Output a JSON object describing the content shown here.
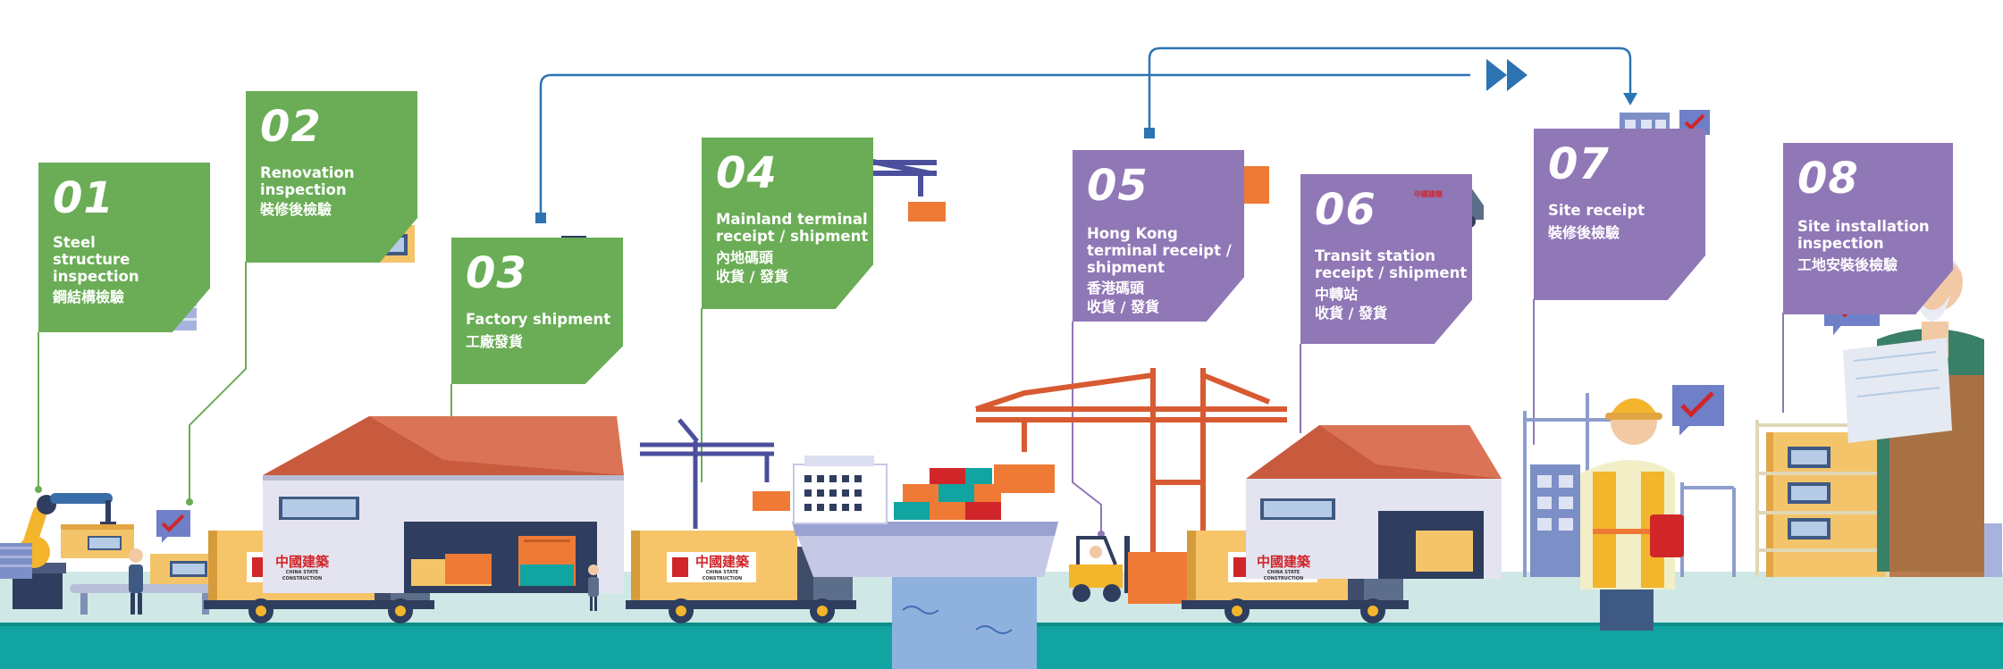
{
  "colors": {
    "green_card": "#6aad56",
    "purple_card": "#9077b6",
    "flow_line": "#2c73b4",
    "ground": "#cfe8e6",
    "road": "#11a4a0",
    "water": "#8fb1dd",
    "truck_box": "#f6c469",
    "truck_cab": "#5d6e8a",
    "container_orange": "#ee7a36",
    "crane_red": "#d85a32",
    "crane_purple": "#4b4f9c",
    "roof": "#c85a3e",
    "warehouse_wall": "#e4e4f0"
  },
  "steps": [
    {
      "num": "01",
      "en": "Steel\nstructure\ninspection",
      "zh": "鋼結構檢驗"
    },
    {
      "num": "02",
      "en": "Renovation\ninspection",
      "zh": "裝修後檢驗"
    },
    {
      "num": "03",
      "en": "Factory shipment",
      "zh": "工廠發貨"
    },
    {
      "num": "04",
      "en": "Mainland terminal\nreceipt / shipment",
      "zh": "內地碼頭\n收貨 / 發貨"
    },
    {
      "num": "05",
      "en": "Hong Kong\nterminal receipt /\nshipment",
      "zh": "香港碼頭\n收貨 / 發貨"
    },
    {
      "num": "06",
      "en": "Transit station\nreceipt / shipment",
      "zh": "中轉站\n收貨 / 發貨"
    },
    {
      "num": "07",
      "en": "Site receipt",
      "zh": "裝修後檢驗"
    },
    {
      "num": "08",
      "en": "Site installation\ninspection",
      "zh": "工地安裝後檢驗"
    }
  ],
  "brand": {
    "logo_zh": "中國建築",
    "logo_en": "CHINA STATE CONSTRUCTION"
  },
  "icons": [
    "checkmark-speech-bubble-icon",
    "robot-arm-icon",
    "delivery-truck-icon",
    "forklift-icon",
    "container-crane-icon",
    "cargo-ship-icon",
    "map-pin-icon",
    "worker-icon",
    "engineer-icon"
  ]
}
